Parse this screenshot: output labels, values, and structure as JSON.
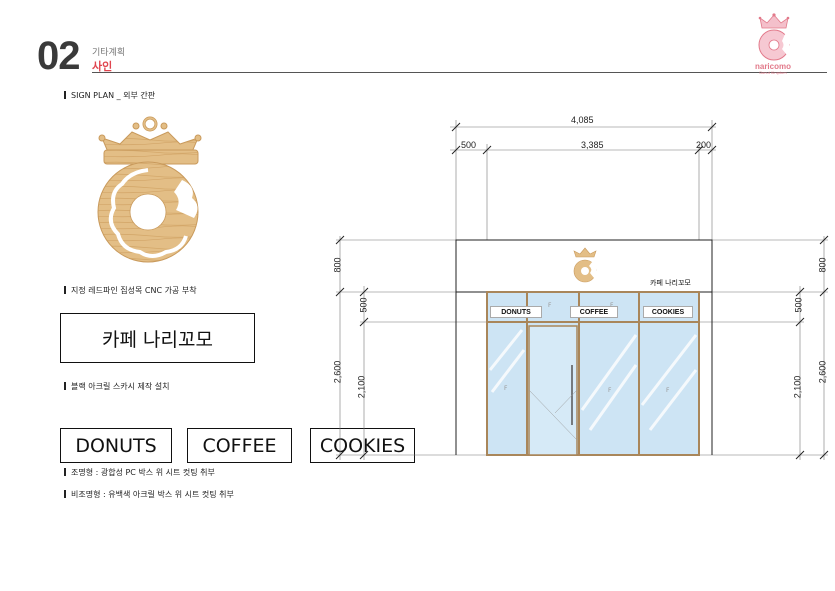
{
  "header": {
    "section_number": "02",
    "section_subtitle": "기타계획",
    "section_title": "사인",
    "brand_name": "naricomo",
    "brand_tagline": "Donut Kingdom"
  },
  "sign_plan": {
    "heading": "SIGN PLAN _ 외부 간판",
    "logo_note": "지정 레드파인 집성목 CNC 가공 부착",
    "cafe_sign_text": "카페 나리꼬모",
    "cafe_sign_note": "블랙 아크릴 스카시 제작 설치",
    "signs": [
      "DONUTS",
      "COFFEE",
      "COOKIES"
    ],
    "lit_note": "조명형 : 광합성 PC 박스 위 시트 컷팅 취부",
    "unlit_note": "비조명형 : 유백색 아크릴 박스 위 시트 컷팅 취부"
  },
  "elevation": {
    "total_width": "4,085",
    "left_width": "500",
    "mid_width": "3,385",
    "right_width": "200",
    "fascia_height": "800",
    "band_height": "500",
    "glass_height_total": "2,600",
    "glass_height": "2,100",
    "fascia_sign_text": "카페 나리꼬모",
    "band_signs": [
      "DONUTS",
      "COFFEE",
      "COOKIES"
    ],
    "glass_mark": "F"
  },
  "colors": {
    "wood": "#e3be86",
    "wood_dark": "#c99a5c",
    "glass": "#cde4f4",
    "frame": "#a9865a",
    "accent": "#e0454f",
    "brand": "#e2798a"
  }
}
